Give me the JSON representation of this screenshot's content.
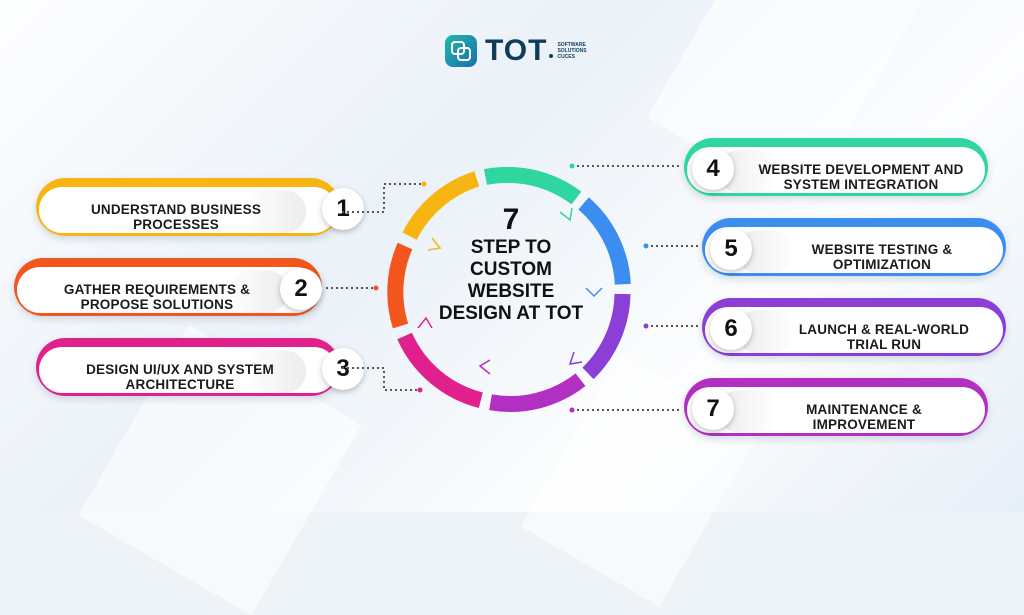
{
  "logo": {
    "brand": "TOT",
    "tagline": "SOFTWARE SOLUTIONS CUCES"
  },
  "center": {
    "number": "7",
    "title": "STEP TO CUSTOM WEBSITE DESIGN AT TOT"
  },
  "colors": {
    "step1": "#f7b512",
    "step2": "#f2561d",
    "step3": "#e0208c",
    "step4": "#2fd6a0",
    "step5": "#3b8ef0",
    "step6": "#8b3fd6",
    "step7": "#b22fc2"
  },
  "steps": [
    {
      "number": "1",
      "label": "UNDERSTAND BUSINESS PROCESSES"
    },
    {
      "number": "2",
      "label": "GATHER REQUIREMENTS & PROPOSE SOLUTIONS"
    },
    {
      "number": "3",
      "label": "DESIGN UI/UX AND SYSTEM ARCHITECTURE"
    },
    {
      "number": "4",
      "label": "WEBSITE DEVELOPMENT AND SYSTEM INTEGRATION"
    },
    {
      "number": "5",
      "label": "WEBSITE TESTING & OPTIMIZATION"
    },
    {
      "number": "6",
      "label": "LAUNCH & REAL-WORLD TRIAL RUN"
    },
    {
      "number": "7",
      "label": "MAINTENANCE & IMPROVEMENT"
    }
  ]
}
